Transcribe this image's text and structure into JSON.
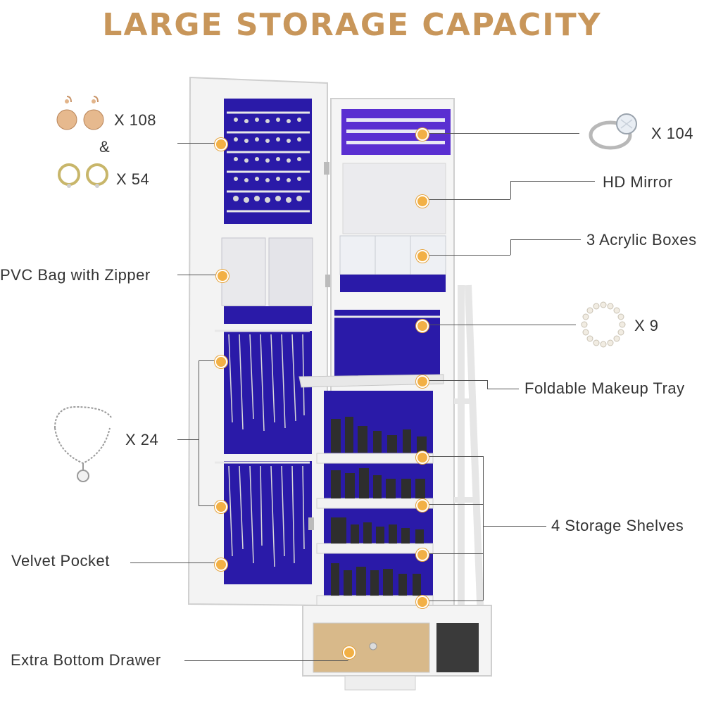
{
  "title": "LARGE STORAGE CAPACITY",
  "colors": {
    "title": "#c8965a",
    "velvet": "#2a1aa8",
    "cabinet": "#f4f4f4",
    "dot": "#f2b045"
  },
  "features": {
    "earrings_count": "X 108",
    "and": "&",
    "hoops_count": "X 54",
    "pvc_bag": "PVC Bag with Zipper",
    "bracelet_count": "X 24",
    "velvet_pocket": "Velvet Pocket",
    "bottom_drawer": "Extra Bottom Drawer",
    "ring_count": "X 104",
    "hd_mirror": "HD Mirror",
    "acrylic_boxes": "3 Acrylic Boxes",
    "pearl_count": "X 9",
    "makeup_tray": "Foldable Makeup Tray",
    "storage_shelves": "4 Storage Shelves"
  },
  "icons": [
    "earring-icon",
    "hoop-earring-icon",
    "bracelet-icon",
    "ring-icon",
    "pearl-necklace-icon"
  ]
}
